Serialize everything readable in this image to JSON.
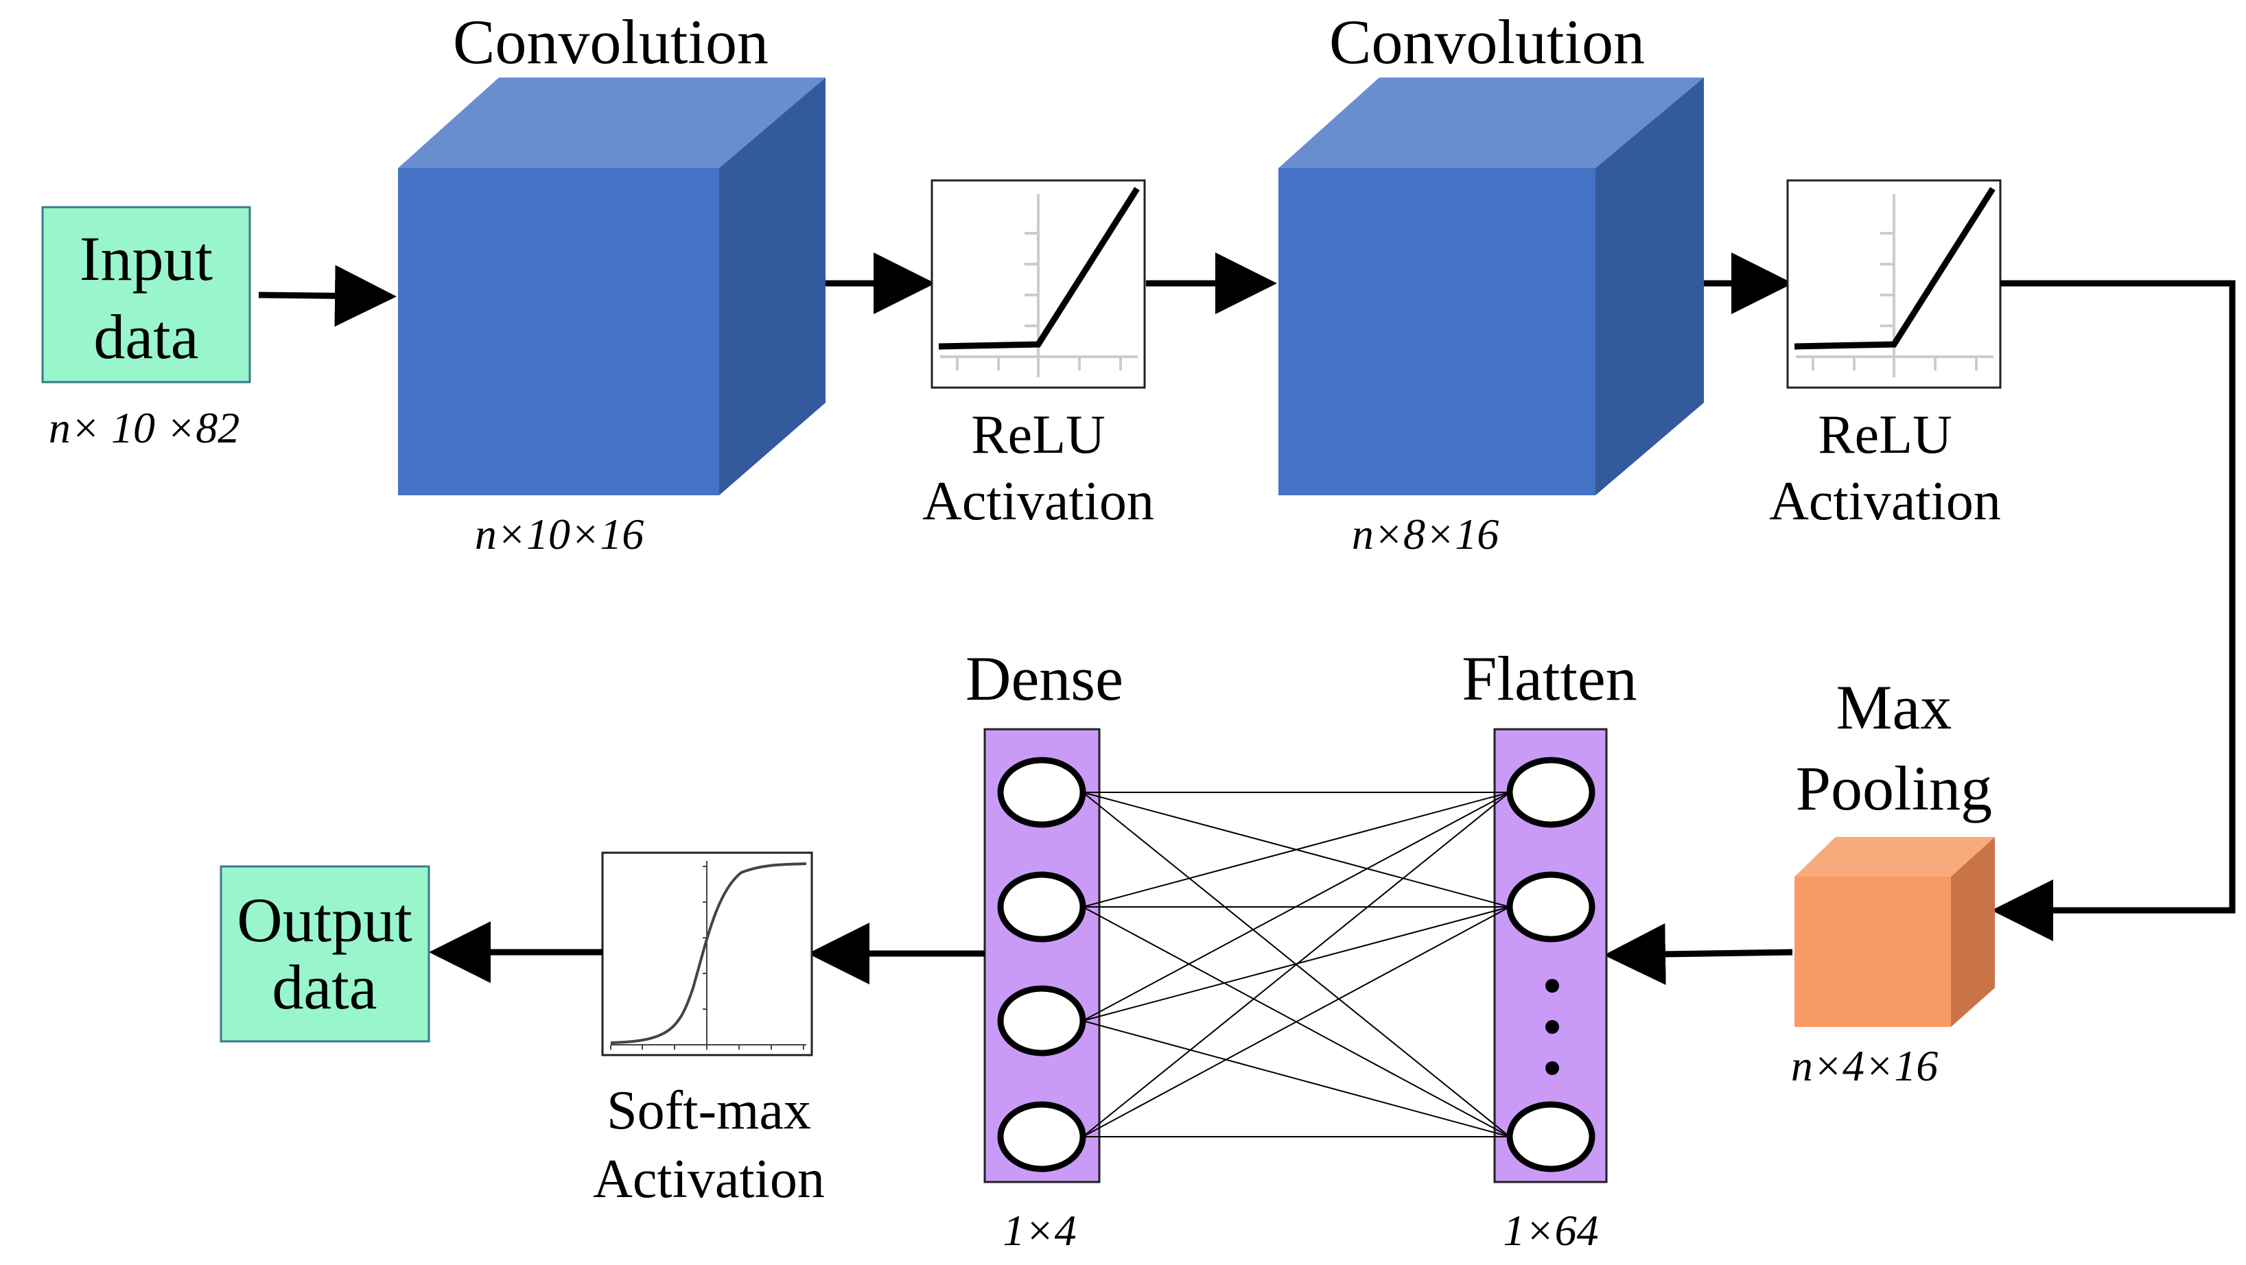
{
  "input": {
    "line1": "Input",
    "line2": "data",
    "dims": "n× 10 ×82"
  },
  "conv1": {
    "title": "Convolution",
    "dims": "n×10×16"
  },
  "relu1": {
    "line1": "ReLU",
    "line2": "Activation"
  },
  "conv2": {
    "title": "Convolution",
    "dims": "n×8×16"
  },
  "relu2": {
    "line1": "ReLU",
    "line2": "Activation"
  },
  "maxpool": {
    "line1": "Max",
    "line2": "Pooling",
    "dims": "n×4×16"
  },
  "flatten": {
    "title": "Flatten",
    "dims": "1×64"
  },
  "dense": {
    "title": "Dense",
    "dims": "1×4"
  },
  "softmax": {
    "line1": "Soft-max",
    "line2": "Activation"
  },
  "output": {
    "line1": "Output",
    "line2": "data"
  },
  "colors": {
    "io_box": "#99f5cc",
    "conv_front": "#4472c4",
    "conv_top": "#698ed0",
    "conv_side": "#345a9e",
    "pool_front": "#f79a64",
    "pool_top": "#f8aa7c",
    "pool_side": "#c97346",
    "layer_fill": "#c99bf7"
  },
  "icons": [
    "relu-graph-icon",
    "sigmoid-graph-icon",
    "right-arrow-icon",
    "left-arrow-icon"
  ]
}
